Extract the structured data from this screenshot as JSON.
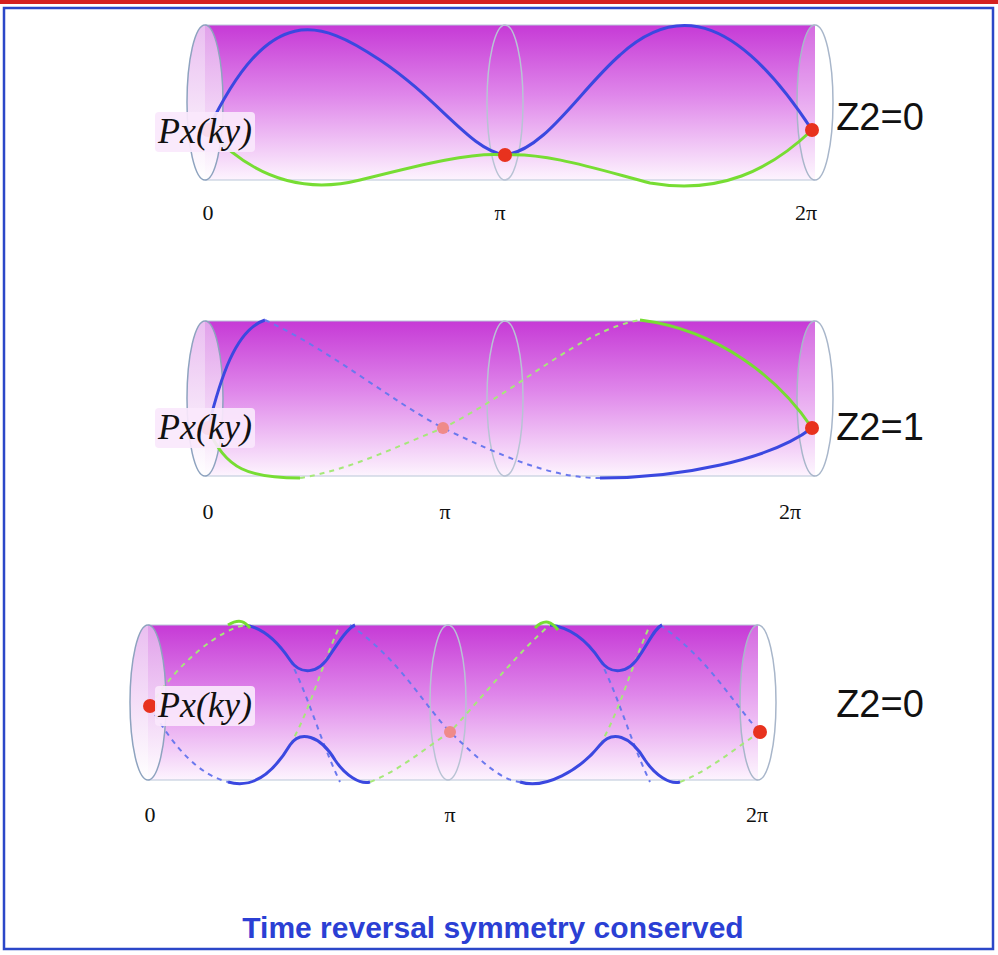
{
  "diagram": {
    "caption": "Time reversal symmetry conserved",
    "labels": [
      "Px(ky)",
      "Z2=0",
      "0",
      "π",
      "2π",
      "Px(ky)",
      "Z2=1",
      "0",
      "π",
      "2π",
      "Px(ky)",
      "Z2=0",
      "0",
      "π",
      "2π"
    ]
  }
}
